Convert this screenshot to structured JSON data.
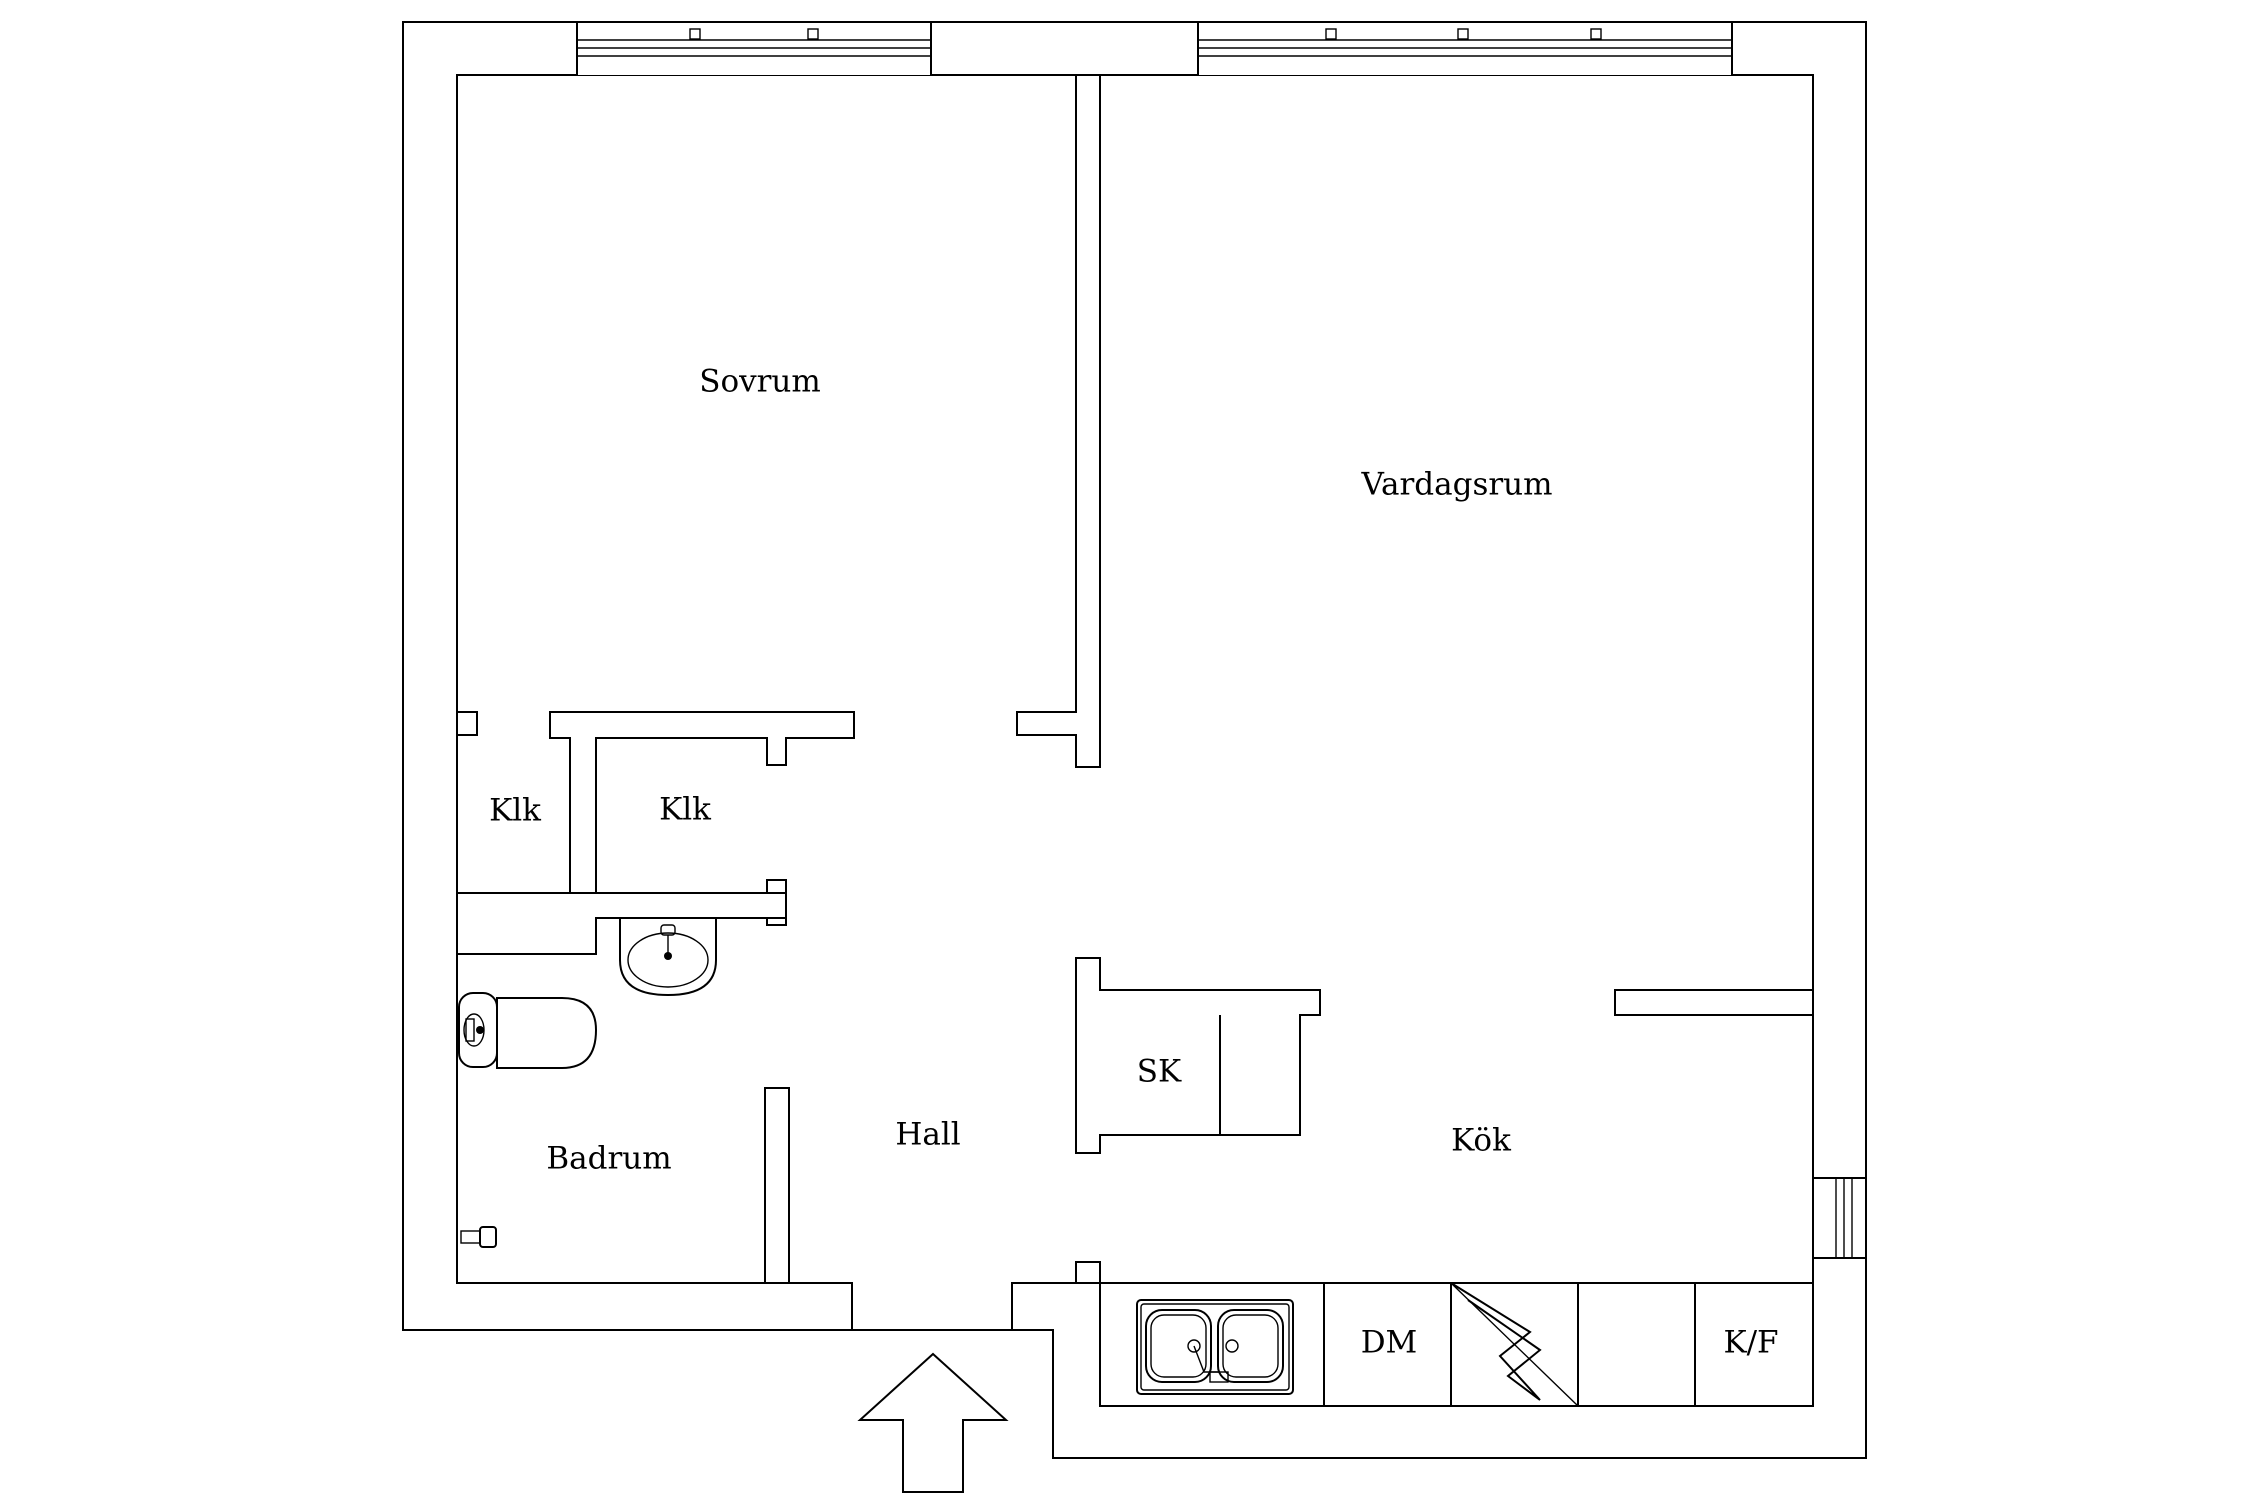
{
  "rooms": {
    "sovrum": "Sovrum",
    "vardagsrum": "Vardagsrum",
    "klk_left": "Klk",
    "klk_right": "Klk",
    "badrum": "Badrum",
    "hall": "Hall",
    "sk": "SK",
    "kok": "Kök",
    "dm": "DM",
    "kf": "K/F"
  },
  "colors": {
    "line": "#000000",
    "background": "#ffffff"
  },
  "icons": {
    "entrance": "entrance-arrow-icon",
    "stove": "stove-icon",
    "sink": "double-sink-icon",
    "wash_basin": "wash-basin-icon",
    "toilet": "toilet-icon",
    "tap": "tap-icon"
  }
}
